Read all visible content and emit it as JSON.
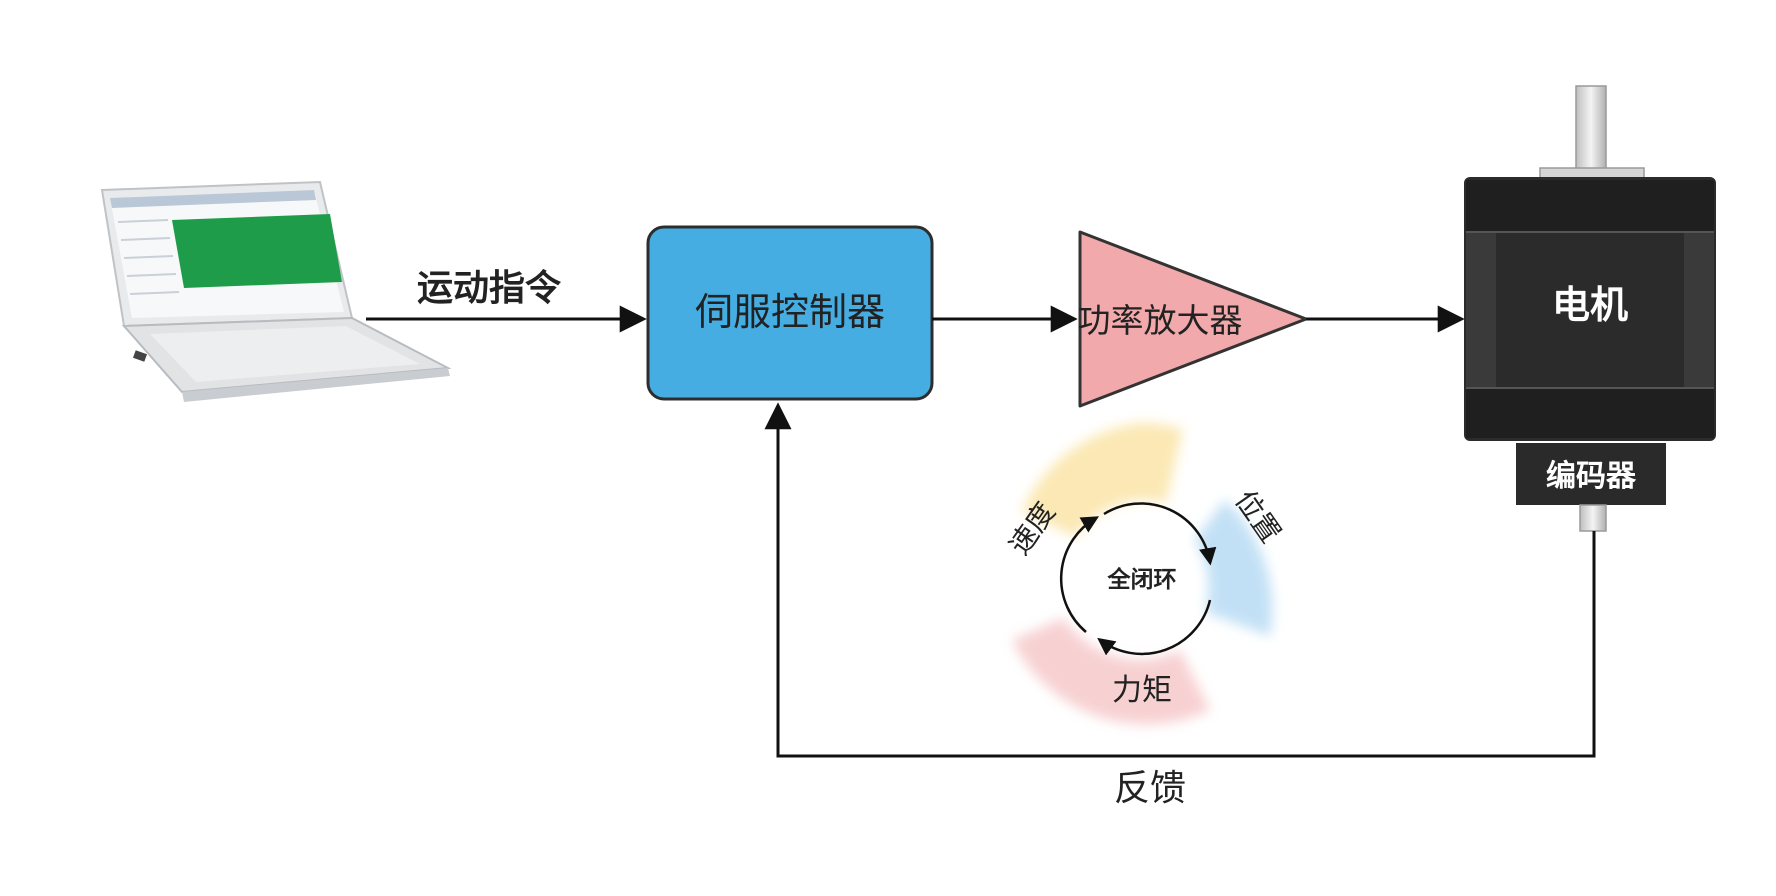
{
  "labels": {
    "command": "运动指令",
    "controller": "伺服控制器",
    "amplifier": "功率放大器",
    "motor": "电机",
    "encoder": "编码器",
    "feedback": "反馈",
    "closed_loop": "全闭环",
    "speed": "速度",
    "position": "位置",
    "torque": "力矩"
  },
  "colors": {
    "controller_fill": "#45ade2",
    "amplifier_fill": "#f2a9ab",
    "motor_body": "#2b2b2b",
    "laptop_screen": "#1e9c4a",
    "speed_seg": "#fbe7b0",
    "position_seg": "#bfdff5",
    "torque_seg": "#f7cfd0"
  },
  "icons": {
    "computer": "laptop-icon",
    "motor": "motor-icon"
  }
}
